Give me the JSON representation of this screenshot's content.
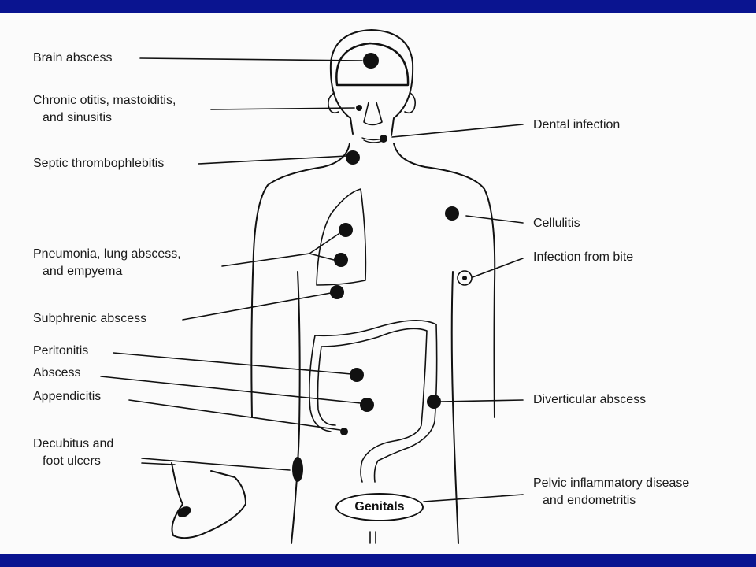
{
  "colors": {
    "frame": "#0a1490",
    "ink": "#111111",
    "background": "#ffffff"
  },
  "labels": {
    "brain_abscess": "Brain abscess",
    "otitis_line1": "Chronic otitis, mastoiditis,",
    "otitis_line2": "and sinusitis",
    "septic": "Septic thrombophlebitis",
    "pneumonia_line1": "Pneumonia, lung abscess,",
    "pneumonia_line2": "and empyema",
    "subphrenic": "Subphrenic abscess",
    "peritonitis": "Peritonitis",
    "abscess": "Abscess",
    "appendicitis": "Appendicitis",
    "decubitus_line1": "Decubitus and",
    "decubitus_line2": "foot ulcers",
    "dental": "Dental infection",
    "cellulitis": "Cellulitis",
    "bite": "Infection from bite",
    "diverticular": "Diverticular abscess",
    "pelvic_line1": "Pelvic inflammatory disease",
    "pelvic_line2": "and endometritis",
    "genitals": "Genitals"
  }
}
